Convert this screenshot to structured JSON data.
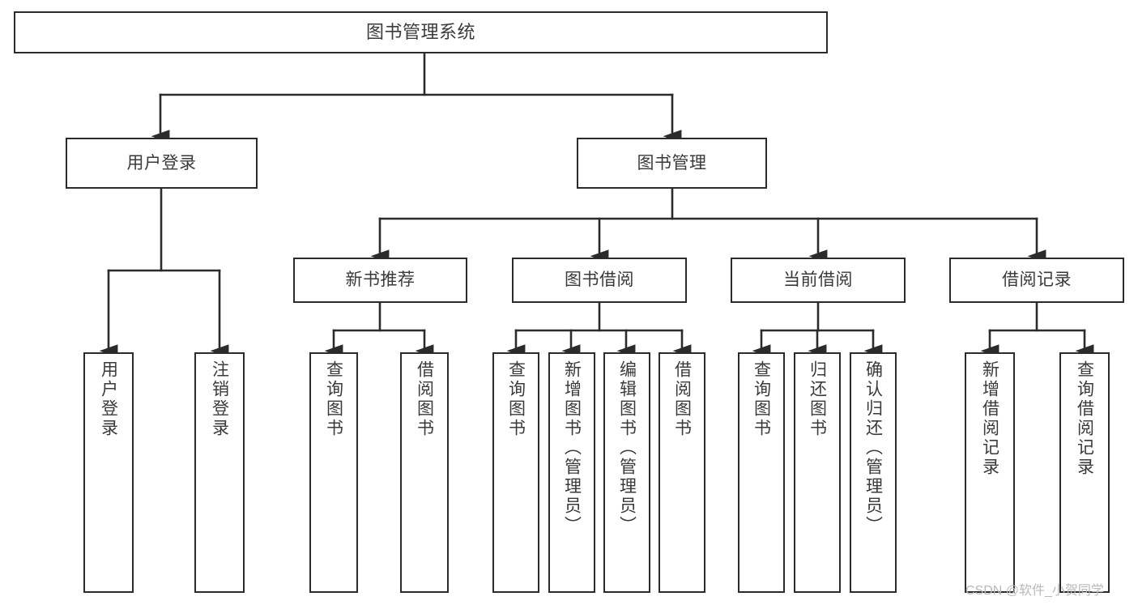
{
  "diagram": {
    "title": "图书管理系统",
    "type": "functional-structure-tree",
    "watermark": "CSDN @软件_小贺同学",
    "colors": {
      "background": "#ffffff",
      "box_border": "#2b2b2b",
      "box_fill": "#ffffff",
      "text": "#3a3a3a",
      "connector": "#2b2b2b",
      "watermark": "#b9b9b9"
    },
    "root": {
      "label": "图书管理系统"
    },
    "level2": [
      {
        "id": "user-login",
        "label": "用户登录"
      },
      {
        "id": "book-management",
        "label": "图书管理"
      }
    ],
    "level3": [
      {
        "id": "new-book-recommend",
        "label": "新书推荐",
        "parent": "book-management"
      },
      {
        "id": "book-borrow",
        "label": "图书借阅",
        "parent": "book-management"
      },
      {
        "id": "current-borrow",
        "label": "当前借阅",
        "parent": "book-management"
      },
      {
        "id": "borrow-record",
        "label": "借阅记录",
        "parent": "book-management"
      }
    ],
    "leaves": [
      {
        "id": "leaf-user-login",
        "label": "用户登录",
        "parent": "user-login"
      },
      {
        "id": "leaf-logout-login",
        "label": "注销登录",
        "parent": "user-login"
      },
      {
        "id": "leaf-query-book-1",
        "label": "查询图书",
        "parent": "new-book-recommend"
      },
      {
        "id": "leaf-borrow-book-1",
        "label": "借阅图书",
        "parent": "new-book-recommend"
      },
      {
        "id": "leaf-query-book-2",
        "label": "查询图书",
        "parent": "book-borrow"
      },
      {
        "id": "leaf-add-book",
        "label": "新增图书（管理员）",
        "parent": "book-borrow"
      },
      {
        "id": "leaf-edit-book",
        "label": "编辑图书（管理员）",
        "parent": "book-borrow"
      },
      {
        "id": "leaf-borrow-book-2",
        "label": "借阅图书",
        "parent": "book-borrow"
      },
      {
        "id": "leaf-query-book-3",
        "label": "查询图书",
        "parent": "current-borrow"
      },
      {
        "id": "leaf-return-book",
        "label": "归还图书",
        "parent": "current-borrow"
      },
      {
        "id": "leaf-confirm-return",
        "label": "确认归还（管理员）",
        "parent": "current-borrow"
      },
      {
        "id": "leaf-add-record",
        "label": "新增借阅记录",
        "parent": "borrow-record"
      },
      {
        "id": "leaf-query-record",
        "label": "查询借阅记录",
        "parent": "borrow-record"
      }
    ]
  }
}
